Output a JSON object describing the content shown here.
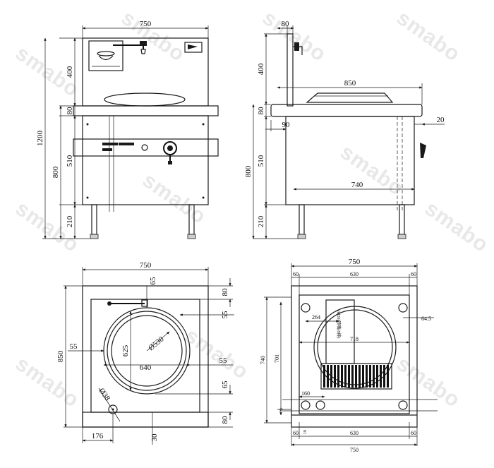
{
  "watermark": "smabo",
  "front_view": {
    "width": "750",
    "upper_height": "400",
    "top_height": "80",
    "cabinet_height": "510",
    "leg_height": "210",
    "base_height": "800",
    "total_height": "1200"
  },
  "side_view": {
    "panel_depth": "80",
    "upper_height": "400",
    "top_height": "80",
    "cabinet_height": "510",
    "leg_height": "210",
    "base_height": "800",
    "top_depth": "850",
    "front_lip": "90",
    "rear_gap": "20",
    "cabinet_depth": "740"
  },
  "top_view": {
    "width": "750",
    "depth": "850",
    "back_margin": "80",
    "faucet_offset": "65",
    "right_margin_upper": "55",
    "left_margin": "55",
    "bowl_inner_dia": "625",
    "bowl_label": "Ø530",
    "bowl_outer_dia": "640",
    "right_margin_lower": "55",
    "front_margin_ring": "65",
    "front_margin": "80",
    "drain_dia": "Ø38",
    "drain_offset_x": "176",
    "drain_offset_y": "30"
  },
  "base_view": {
    "width_top": "750",
    "left_margin": "60",
    "span": "630",
    "right_margin": "60",
    "burner_offset": "264",
    "ring_dia": "718",
    "side_offset": "64.5",
    "outer_depth": "740",
    "inner_depth": "701",
    "burner_x": "160",
    "small_dim": "40",
    "bottom_left": "60",
    "bottom_span": "630",
    "bottom_right": "60",
    "bottom_offset": "18",
    "width_bottom": "750",
    "burner_label": "(Ø20)喷嘴(8排)"
  }
}
